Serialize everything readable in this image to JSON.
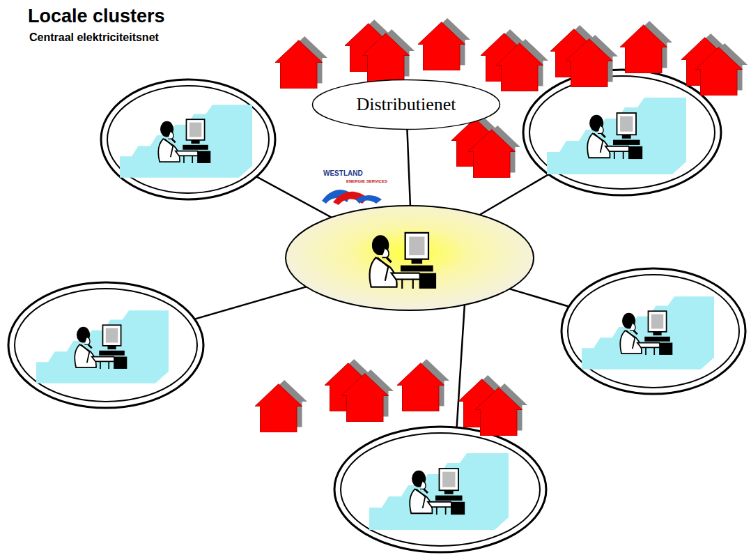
{
  "diagram": {
    "title": "Locale clusters",
    "nodes": [
      {
        "text": [
          "Distributienet"
        ]
      }
    ],
    "labels": [
      "Centraal elektriciteitsnet",
      "WESTLAND",
      "ENERGIE SERVICES"
    ]
  }
}
